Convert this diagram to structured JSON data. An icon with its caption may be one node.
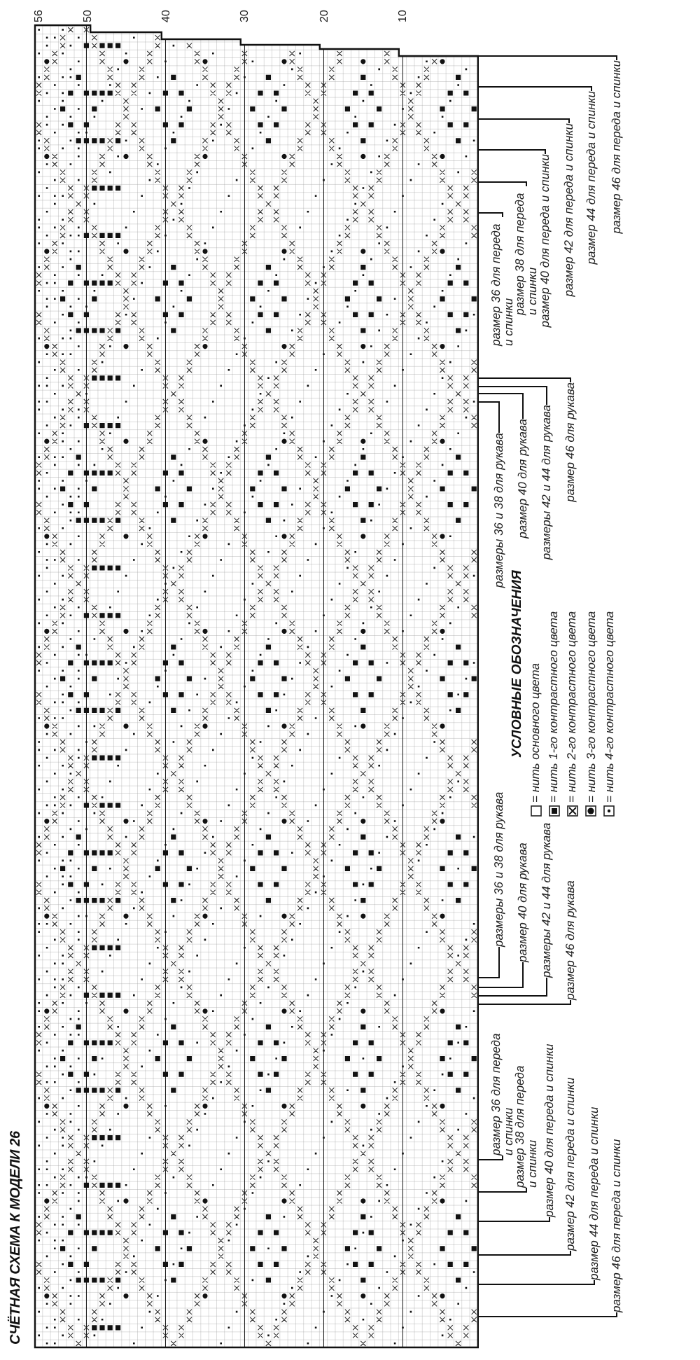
{
  "diagram": {
    "title": "СЧЁТНАЯ СХЕМА К МОДЕЛИ 26",
    "nodes": [
      {
        "text": [
          "размер 36 для переда и спинки"
        ]
      },
      {
        "text": [
          "размер 38 для переда и спинки"
        ]
      },
      {
        "text": [
          "размер 40 для переда и спинки"
        ]
      },
      {
        "text": [
          "размер 42 для переда и спинки"
        ]
      },
      {
        "text": [
          "размер 44 для переда и спинки"
        ]
      },
      {
        "text": [
          "размер 46 для переда и спинки"
        ]
      },
      {
        "text": [
          "размеры 36 и 38 для рукава"
        ]
      },
      {
        "text": [
          "размер 40 для рукава"
        ]
      },
      {
        "text": [
          "размеры 42 и 44 для рукава"
        ]
      },
      {
        "text": [
          "размер 46 для рукава"
        ]
      },
      {
        "text": [
          "размеры 36 и 38 для рукава"
        ]
      },
      {
        "text": [
          "размер 40 для рукава"
        ]
      },
      {
        "text": [
          "размеры 42 и 44 для рукава"
        ]
      },
      {
        "text": [
          "размер 46 для рукава"
        ]
      },
      {
        "text": [
          "размер 36 для переда и спинки"
        ]
      },
      {
        "text": [
          "размер 38 для переда и спинки"
        ]
      },
      {
        "text": [
          "размер 40 для переда и спинки"
        ]
      },
      {
        "text": [
          "размер 42 для переда и спинки"
        ]
      },
      {
        "text": [
          "размер 44 для переда и спинки"
        ]
      },
      {
        "text": [
          "размер 46 для переда и спинки"
        ]
      }
    ],
    "edges": [
      {
        "from": 0,
        "to": null,
        "arrow": "none"
      },
      {
        "from": 1,
        "to": null,
        "arrow": "none"
      },
      {
        "from": 2,
        "to": null,
        "arrow": "none"
      },
      {
        "from": 3,
        "to": null,
        "arrow": "none"
      },
      {
        "from": 4,
        "to": null,
        "arrow": "none"
      },
      {
        "from": 5,
        "to": null,
        "arrow": "none"
      },
      {
        "from": 6,
        "to": null,
        "arrow": "none"
      },
      {
        "from": 7,
        "to": null,
        "arrow": "none"
      },
      {
        "from": 8,
        "to": null,
        "arrow": "none"
      },
      {
        "from": 9,
        "to": null,
        "arrow": "none"
      },
      {
        "from": 10,
        "to": null,
        "arrow": "none"
      },
      {
        "from": 11,
        "to": null,
        "arrow": "none"
      },
      {
        "from": 12,
        "to": null,
        "arrow": "none"
      },
      {
        "from": 13,
        "to": null,
        "arrow": "none"
      },
      {
        "from": 14,
        "to": null,
        "arrow": "none"
      },
      {
        "from": 15,
        "to": null,
        "arrow": "none"
      },
      {
        "from": 16,
        "to": null,
        "arrow": "none"
      },
      {
        "from": 17,
        "to": null,
        "arrow": "none"
      },
      {
        "from": 18,
        "to": null,
        "arrow": "none"
      },
      {
        "from": 19,
        "to": null,
        "arrow": "none"
      }
    ],
    "labels": [
      "56",
      "50",
      "40",
      "30",
      "20",
      "10",
      "УСЛОВНЫЕ ОБОЗНАЧЕНИЯ"
    ],
    "legend": [
      {
        "text": "= нить основного цвета"
      },
      {
        "text": "= нить 1-го контрастного цвета"
      },
      {
        "text": "= нить 2-го контрастного цвета"
      },
      {
        "text": "= нить 3-го контрастного цвета"
      },
      {
        "text": "= нить 4-го контрастного цвета"
      }
    ]
  }
}
